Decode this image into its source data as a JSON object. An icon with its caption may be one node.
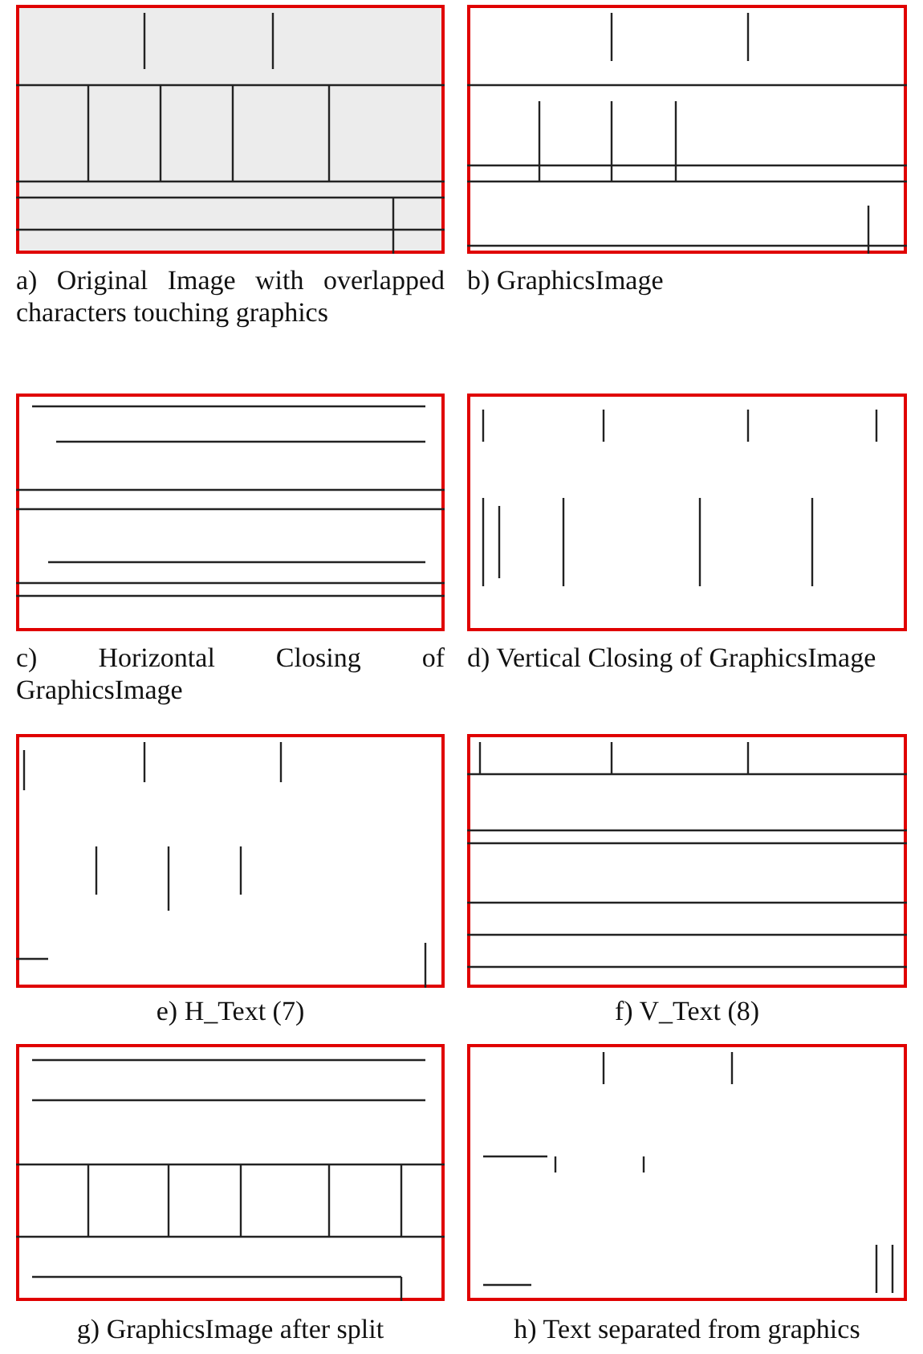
{
  "diagram": {
    "labels": [
      "a) Original Image with overlapped characters touching graphics",
      "b) GraphicsImage",
      "c) Horizontal Closing of GraphicsImage",
      "d) Vertical Closing of GraphicsImage",
      "e) H_Text (7)",
      "f) V_Text (8)",
      "g) GraphicsImage after split",
      "h) Text separated from graphics"
    ]
  }
}
